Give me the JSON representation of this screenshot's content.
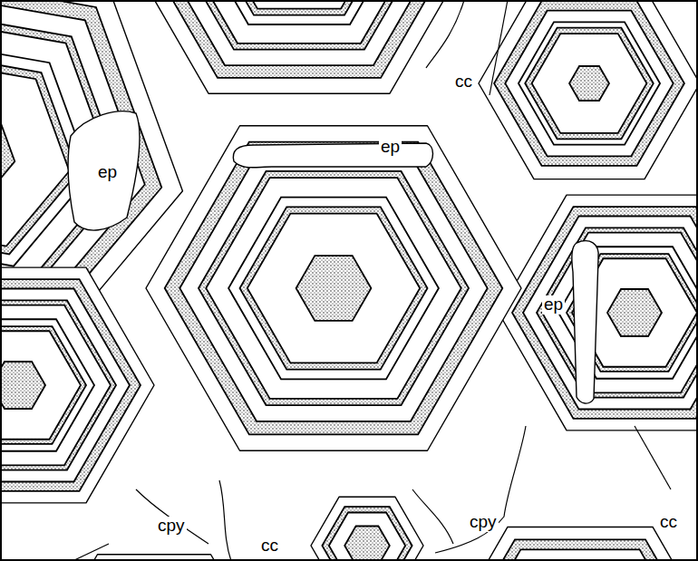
{
  "diagram": {
    "labels": [
      "cc",
      "ep",
      "ep",
      "ep",
      "cpy",
      "cpy",
      "cc",
      "cc"
    ]
  }
}
